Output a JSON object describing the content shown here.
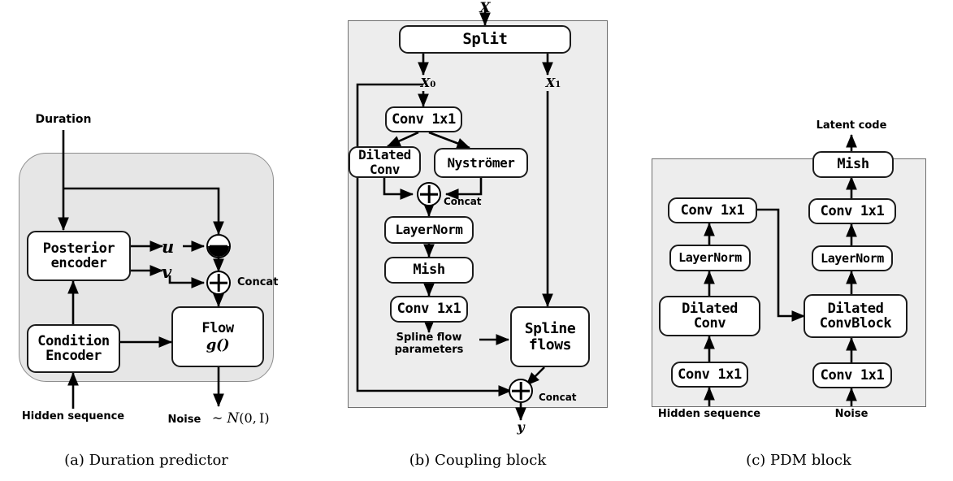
{
  "figure": {
    "type": "diagram",
    "description": "Three-panel neural network architecture block diagram"
  },
  "captions": [
    {
      "id": "a",
      "text": "(a) Duration predictor"
    },
    {
      "id": "b",
      "text": "(b) Coupling block"
    },
    {
      "id": "c",
      "text": "(c) PDM block"
    }
  ],
  "colors": {
    "panel_a_fill": "#e6e6e6",
    "panel_bc_fill": "#ededed",
    "panel_border": "#8d8d8d",
    "node_border": "#1b1b1b",
    "node_fill": "#ffffff",
    "arrow": "#000000",
    "background": "#ffffff"
  },
  "panel_a": {
    "name": "Duration predictor",
    "inputs": [
      {
        "name": "duration-input-label",
        "text": "Duration"
      },
      {
        "name": "hidden-sequence-input-label",
        "text": "Hidden sequence"
      }
    ],
    "outputs": [
      {
        "name": "noise-output-label",
        "text": "Noise",
        "distribution": "~ Ν(0, I)"
      }
    ],
    "nodes": [
      {
        "id": "posterior-encoder",
        "text": "Posterior\nencoder"
      },
      {
        "id": "condition-encoder",
        "text": "Condition\nEncoder"
      },
      {
        "id": "flow",
        "text": "Flow",
        "sub": "g()"
      }
    ],
    "variables": [
      {
        "id": "u",
        "text": "u"
      },
      {
        "id": "v",
        "text": "v"
      }
    ],
    "operators": [
      {
        "id": "subtract",
        "symbol": "⊖",
        "label": ""
      },
      {
        "id": "concat-add",
        "symbol": "⊕",
        "label": "Concat"
      }
    ]
  },
  "panel_b": {
    "name": "Coupling block",
    "inputs": [
      {
        "name": "x-input-label",
        "text": "X"
      }
    ],
    "outputs": [
      {
        "name": "y-output-label",
        "text": "y"
      }
    ],
    "split_outputs": [
      {
        "id": "x0",
        "base": "X",
        "sub": "0"
      },
      {
        "id": "x1",
        "base": "X",
        "sub": "1"
      }
    ],
    "nodes": [
      {
        "id": "split",
        "text": "Split"
      },
      {
        "id": "conv1x1-top",
        "text": "Conv 1x1"
      },
      {
        "id": "dilated-conv",
        "text": "Dilated\nConv"
      },
      {
        "id": "nystromer",
        "text": "Nyströmer"
      },
      {
        "id": "layernorm",
        "text": "LayerNorm"
      },
      {
        "id": "mish",
        "text": "Mish"
      },
      {
        "id": "conv1x1-bottom",
        "text": "Conv 1x1"
      },
      {
        "id": "spline-flows",
        "text": "Spline\nflows"
      }
    ],
    "labels": [
      {
        "id": "spline-flow-parameters",
        "text": "Spline flow\nparameters"
      },
      {
        "id": "concat-upper",
        "text": "Concat"
      },
      {
        "id": "concat-lower",
        "text": "Concat"
      }
    ],
    "operators": [
      {
        "id": "concat-add-upper",
        "symbol": "⊕",
        "label": "Concat"
      },
      {
        "id": "concat-add-lower",
        "symbol": "⊕",
        "label": "Concat"
      }
    ]
  },
  "panel_c": {
    "name": "PDM block",
    "inputs": [
      {
        "name": "hidden-sequence-input-label",
        "text": "Hidden sequence"
      },
      {
        "name": "noise-input-label",
        "text": "Noise"
      }
    ],
    "outputs": [
      {
        "name": "latent-code-output-label",
        "text": "Latent code"
      }
    ],
    "left_branch": [
      {
        "id": "conv1x1-left-bottom",
        "text": "Conv 1x1"
      },
      {
        "id": "dilated-conv-left",
        "text": "Dilated\nConv"
      },
      {
        "id": "layernorm-left",
        "text": "LayerNorm"
      },
      {
        "id": "conv1x1-left-top",
        "text": "Conv 1x1"
      }
    ],
    "right_branch": [
      {
        "id": "conv1x1-right-bottom",
        "text": "Conv 1x1"
      },
      {
        "id": "dilated-convblock-right",
        "text": "Dilated\nConvBlock"
      },
      {
        "id": "layernorm-right",
        "text": "LayerNorm"
      },
      {
        "id": "conv1x1-right-top",
        "text": "Conv 1x1"
      },
      {
        "id": "mish-right",
        "text": "Mish"
      }
    ]
  }
}
